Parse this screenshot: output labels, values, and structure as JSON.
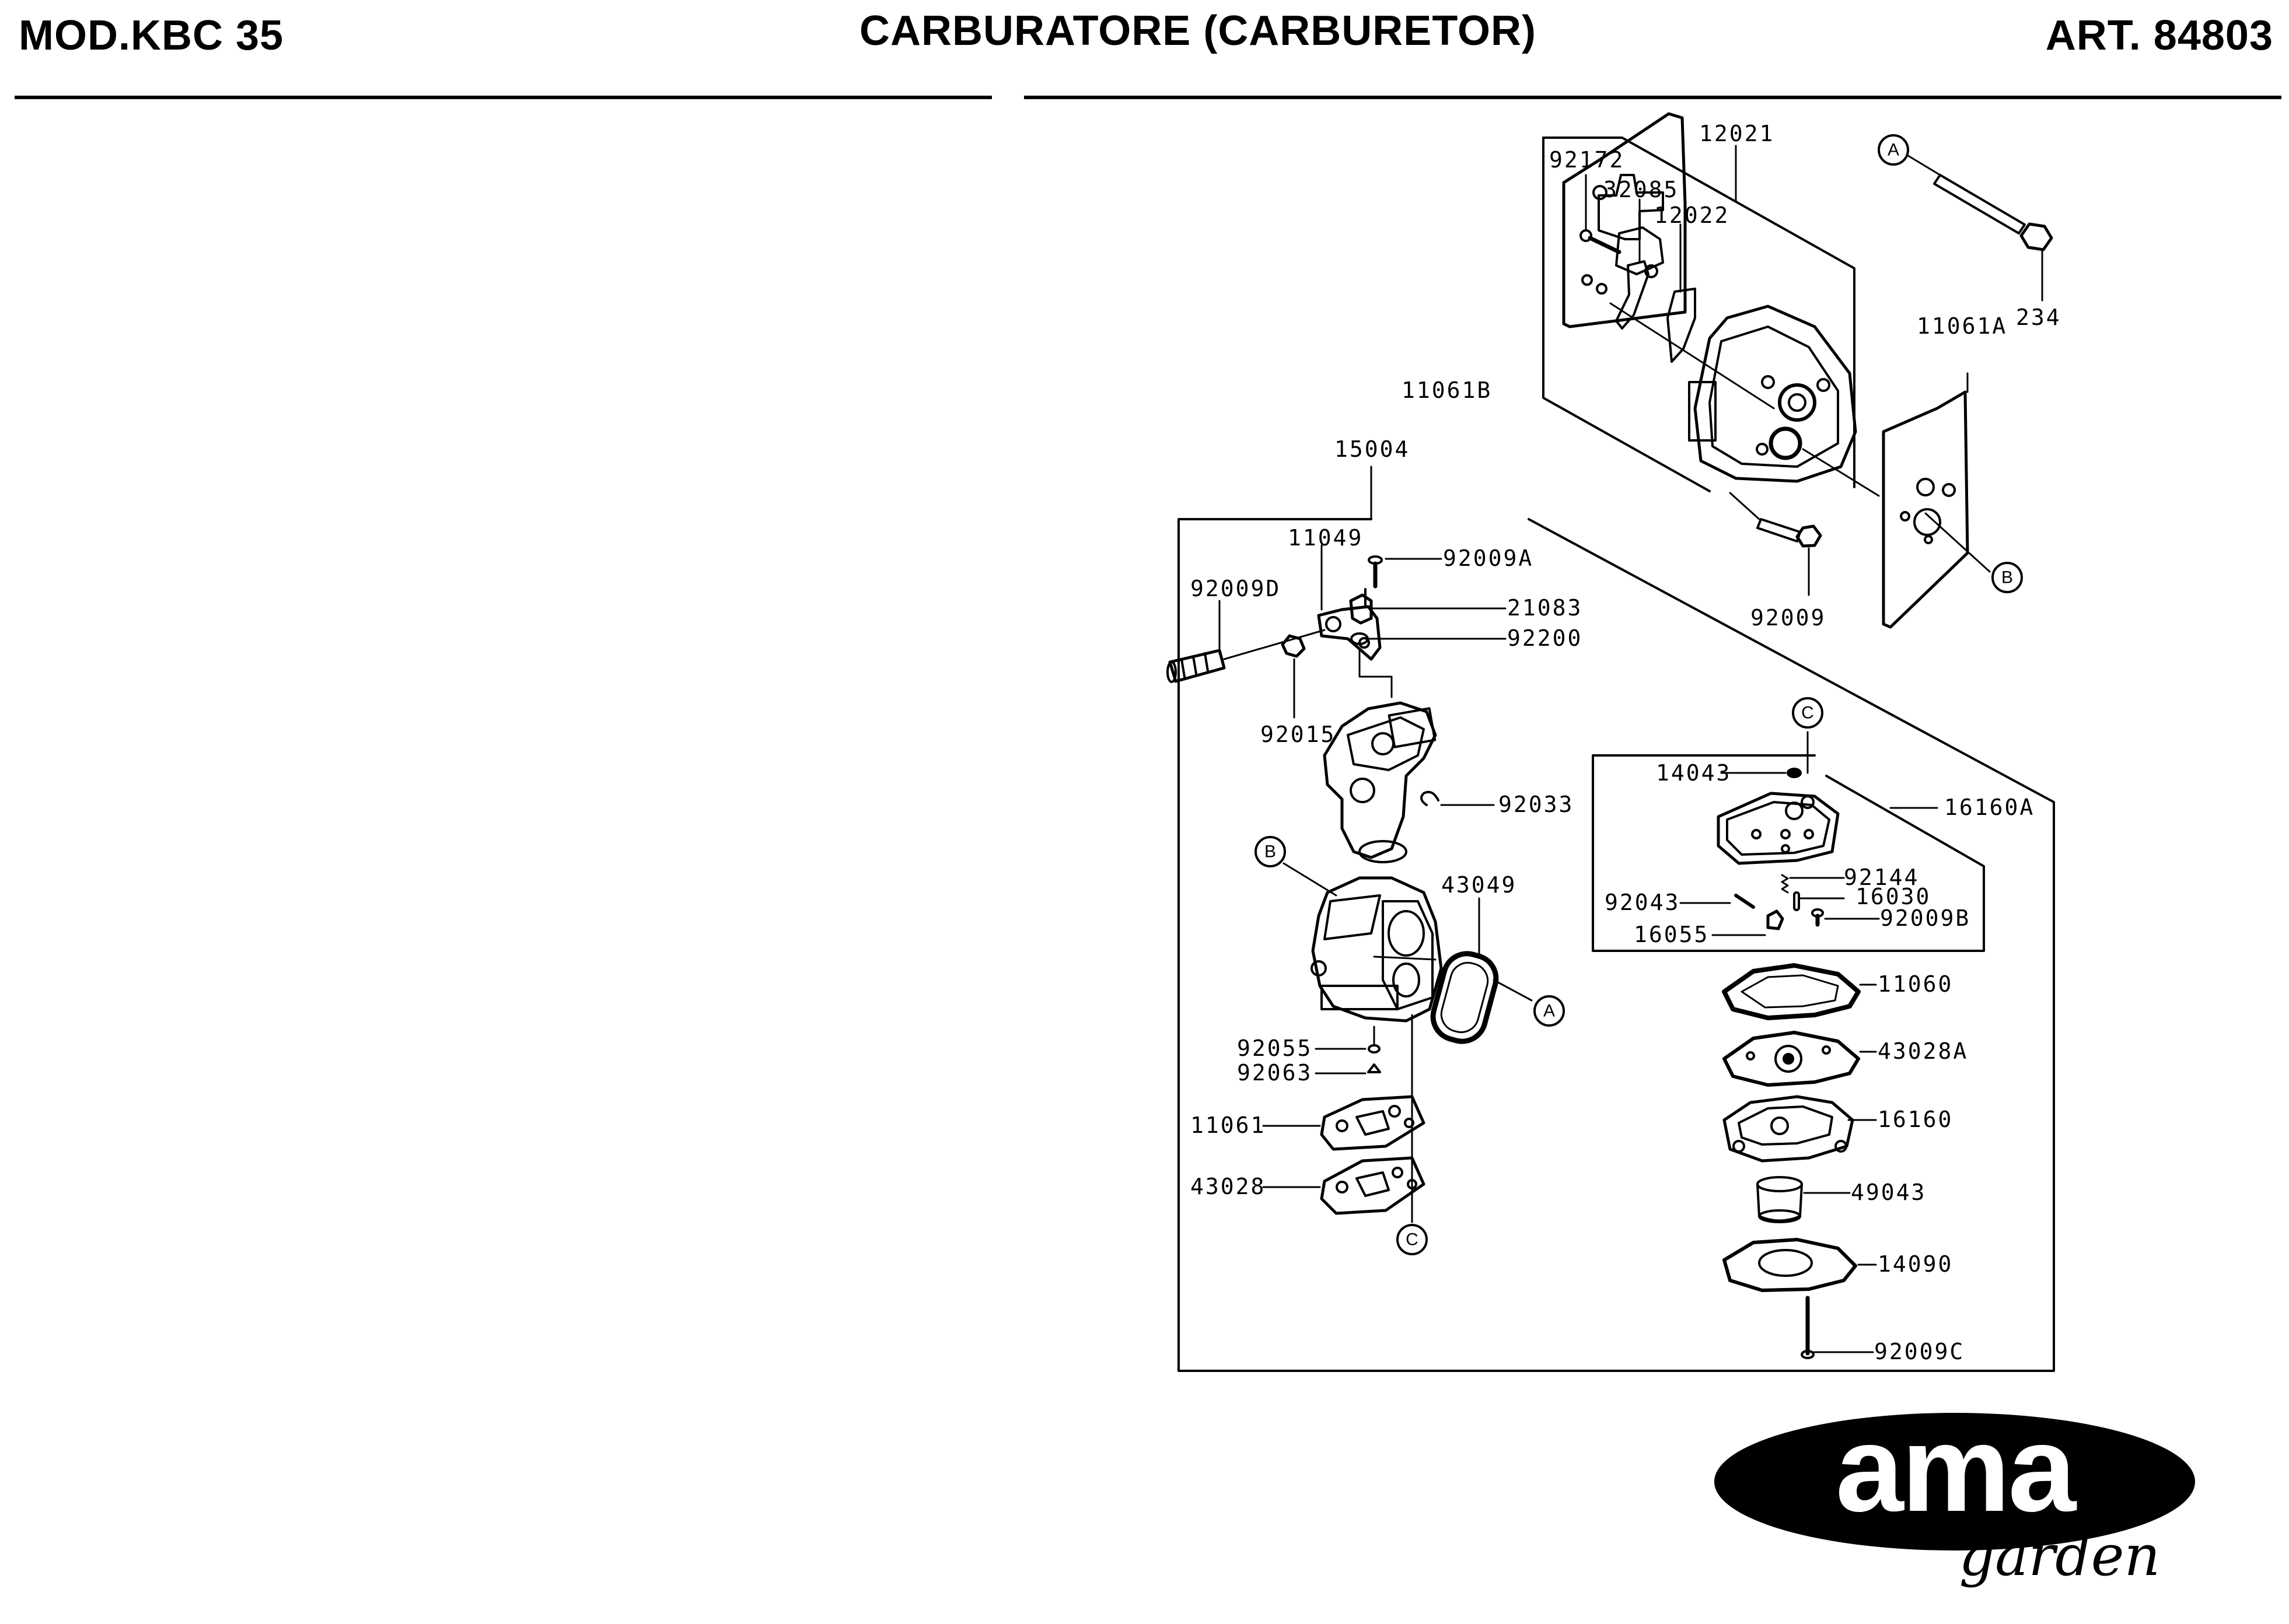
{
  "header": {
    "model": "MOD.KBC 35",
    "title": "CARBURATORE (CARBURETOR)",
    "article": "ART. 84803"
  },
  "parts": {
    "p12021": "12021",
    "p92172": "92172",
    "p32085": "32085",
    "p12022": "12022",
    "p234": "234",
    "p11061A": "11061A",
    "p11061B": "11061B",
    "p15004": "15004",
    "p92009": "92009",
    "p11049": "11049",
    "p92009A": "92009A",
    "p92009D": "92009D",
    "p21083": "21083",
    "p92200": "92200",
    "p92015": "92015",
    "p92033": "92033",
    "p43049": "43049",
    "p92055": "92055",
    "p92063": "92063",
    "p11061": "11061",
    "p43028": "43028",
    "p14043": "14043",
    "p16160A": "16160A",
    "p92144": "92144",
    "p16030": "16030",
    "p92043": "92043",
    "p92009B": "92009B",
    "p16055": "16055",
    "p11060": "11060",
    "p43028A": "43028A",
    "p16160": "16160",
    "p49043": "49043",
    "p14090": "14090",
    "p92009C": "92009C"
  },
  "callouts": {
    "a": "A",
    "b": "B",
    "c": "C"
  },
  "logo": {
    "main": "ama",
    "sub": "garden"
  }
}
